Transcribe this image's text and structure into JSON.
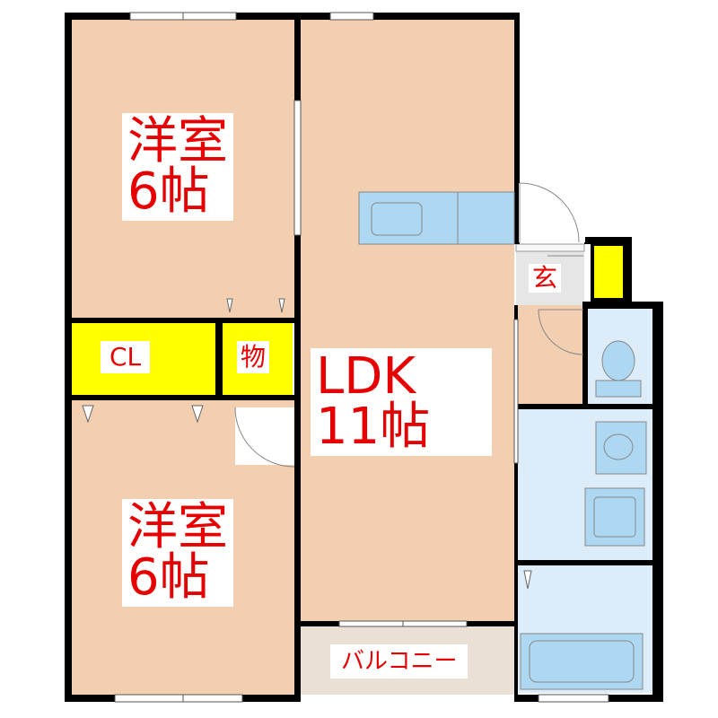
{
  "rooms": {
    "western_room_top": {
      "name": "洋室",
      "size": "6帖"
    },
    "western_room_bottom": {
      "name": "洋室",
      "size": "6帖"
    },
    "ldk": {
      "name": "LDK",
      "size": "11帖"
    }
  },
  "closets": {
    "cl": "CL",
    "storage": "物"
  },
  "entrance": "玄",
  "balcony": "バルコニー",
  "colors": {
    "room_floor": "#f2cfb0",
    "closet": "#ffff00",
    "wet_area": "#dcecf8",
    "fixture": "#aed8f2",
    "entrance_floor": "#e6e6e6",
    "balcony_floor": "#ebe0d6",
    "wall": "#000000",
    "label_text": "#e60000"
  }
}
